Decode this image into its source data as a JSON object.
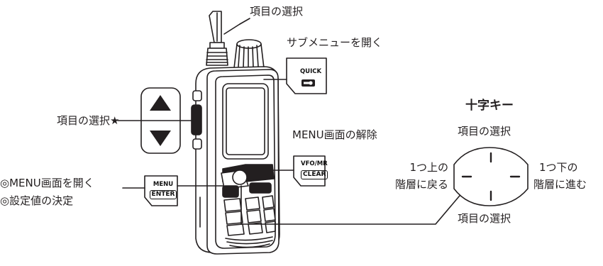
{
  "labels": {
    "top_dial": "項目の選択",
    "quick_desc": "サブメニューを開く",
    "arrow_keys": "項目の選択★",
    "clear_desc": "MENU画面の解除",
    "menu_desc_1": "◎MENU画面を開く",
    "menu_desc_2": "◎設定値の決定",
    "cross_key_title": "十字キー",
    "cross_up": "項目の選択",
    "cross_down": "項目の選択",
    "cross_left_1": "1つ上の",
    "cross_left_2": "階層に戻る",
    "cross_right_1": "1つ下の",
    "cross_right_2": "階層に進む"
  },
  "keys": {
    "quick": "QUICK",
    "vfo_mr": "VFO/MR",
    "clear": "CLEAR",
    "menu": "MENU",
    "enter": "ENTER"
  },
  "icons": {
    "arrow_up": "triangle-up-icon",
    "arrow_down": "triangle-down-icon",
    "key_lock": "key-lock-icon"
  }
}
